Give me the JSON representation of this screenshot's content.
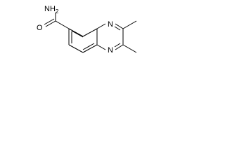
{
  "molecule": {
    "atoms": {
      "amine_n": "N",
      "amine_h": "H",
      "amine_h_count": "2",
      "carbonyl_o": "O",
      "ring_n_top": "N",
      "ring_n_bottom": "N"
    },
    "colors": {
      "bond": "#000000",
      "label": "#000000",
      "background": "#ffffff"
    }
  }
}
